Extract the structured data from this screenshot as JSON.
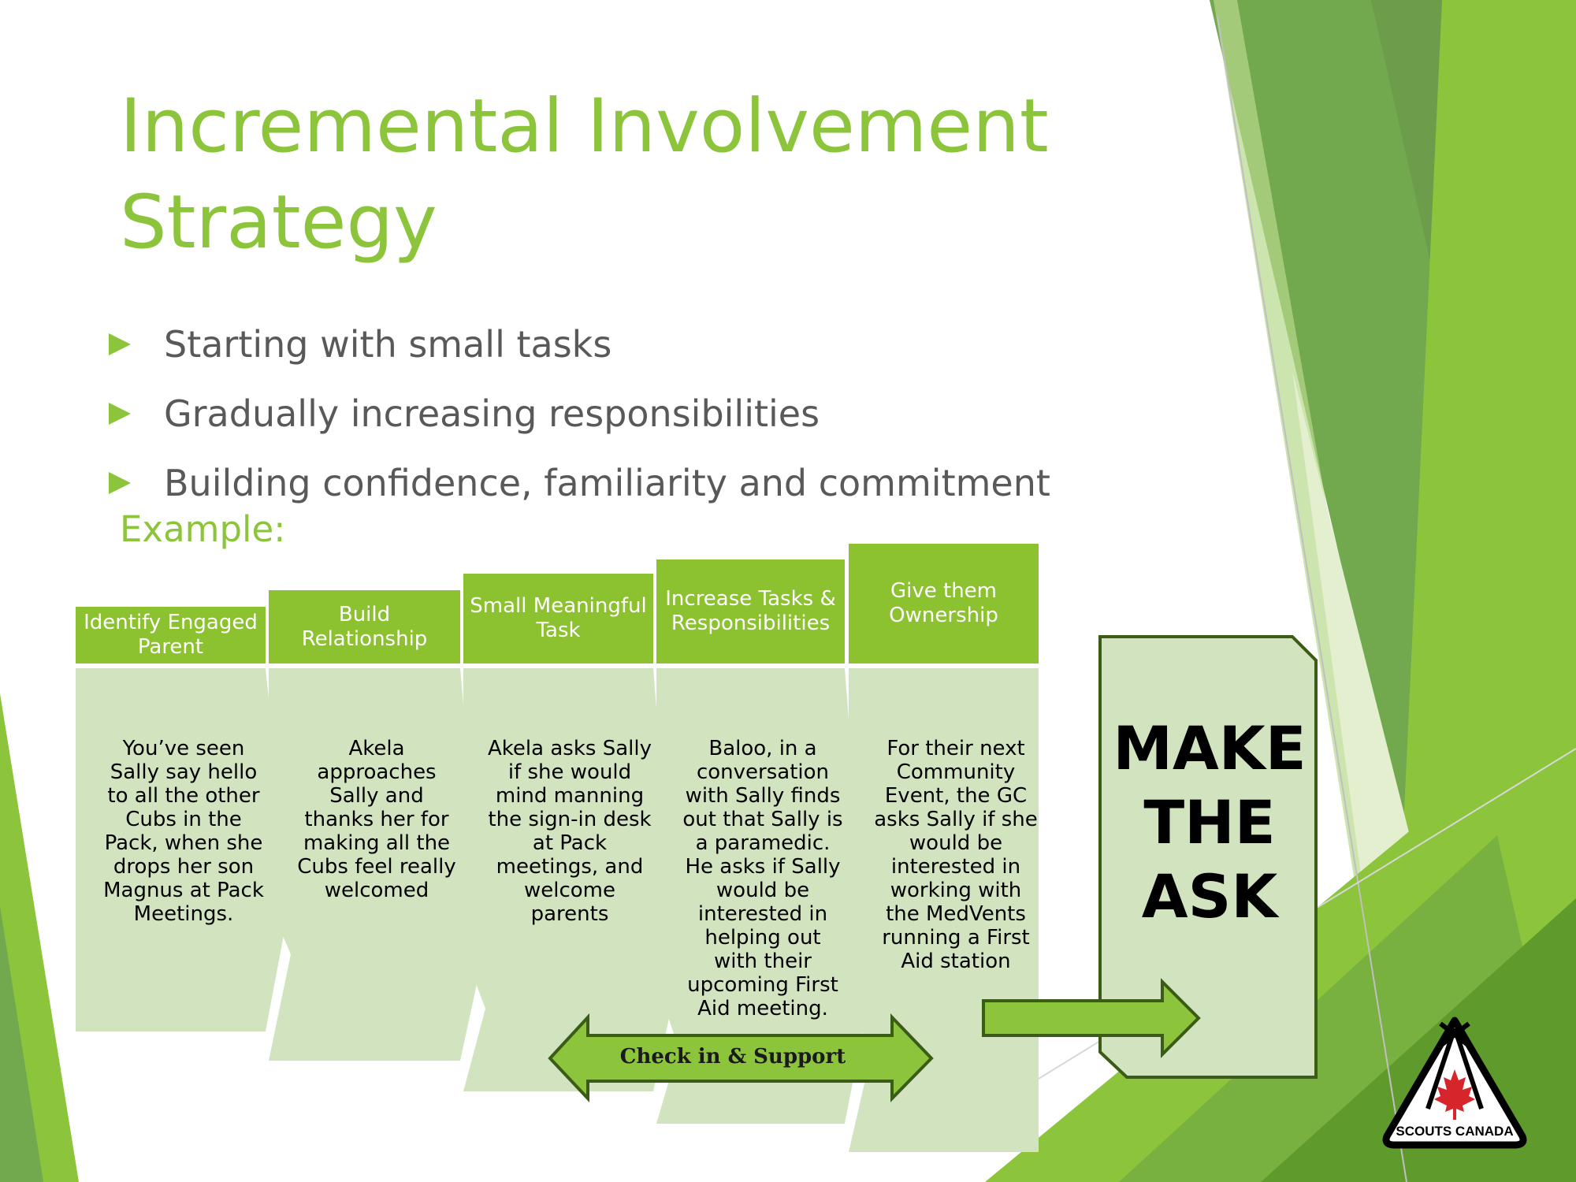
{
  "slide": {
    "title_line1": "Incremental Involvement",
    "title_line2": "Strategy",
    "bullets": [
      "Starting with small tasks",
      "Gradually increasing responsibilities",
      "Building confidence, familiarity and commitment"
    ],
    "example_label": "Example:"
  },
  "steps": [
    {
      "heading": "Identify Engaged Parent",
      "body_lines": [
        "You’ve seen",
        "Sally say hello",
        "to all the other",
        "Cubs in the",
        "Pack, when she",
        "drops her son",
        "Magnus at Pack",
        "Meetings."
      ]
    },
    {
      "heading": "Build Relationship",
      "body_lines": [
        "Akela",
        "approaches",
        "Sally and",
        "thanks her for",
        "making all the",
        "Cubs feel really",
        "welcomed"
      ]
    },
    {
      "heading": "Small Meaningful Task",
      "body_lines": [
        "Akela asks Sally",
        "if she would",
        "mind manning",
        "the sign-in desk",
        "at Pack",
        "meetings, and",
        "welcome",
        "parents"
      ]
    },
    {
      "heading": "Increase Tasks & Responsibilities",
      "body_lines": [
        "Baloo, in a",
        "conversation",
        "with Sally finds",
        "out that Sally is",
        "a paramedic.",
        "He asks if Sally",
        "would be",
        "interested in",
        "helping out",
        "with their",
        "upcoming First",
        "Aid meeting."
      ]
    },
    {
      "heading": "Give them Ownership",
      "body_lines": [
        "For their next",
        "Community",
        "Event, the GC",
        "asks Sally if she",
        "would be",
        "interested in",
        "working with",
        "the MedVents",
        "running a First",
        "Aid station"
      ]
    }
  ],
  "support_label": "Check in & Support",
  "ask": {
    "line1": "MAKE",
    "line2": "THE",
    "line3": "ASK"
  },
  "logo": {
    "text": "SCOUTS CANADA",
    "icon": "maple-leaf-tent-icon"
  },
  "colors": {
    "accent": "#8cc43c",
    "step_header": "#8cc22f",
    "step_body": "#d2e4bf",
    "arrow_fill": "#8cc43c",
    "arrow_stroke": "#3a5c16",
    "logo_red": "#d6262c"
  }
}
